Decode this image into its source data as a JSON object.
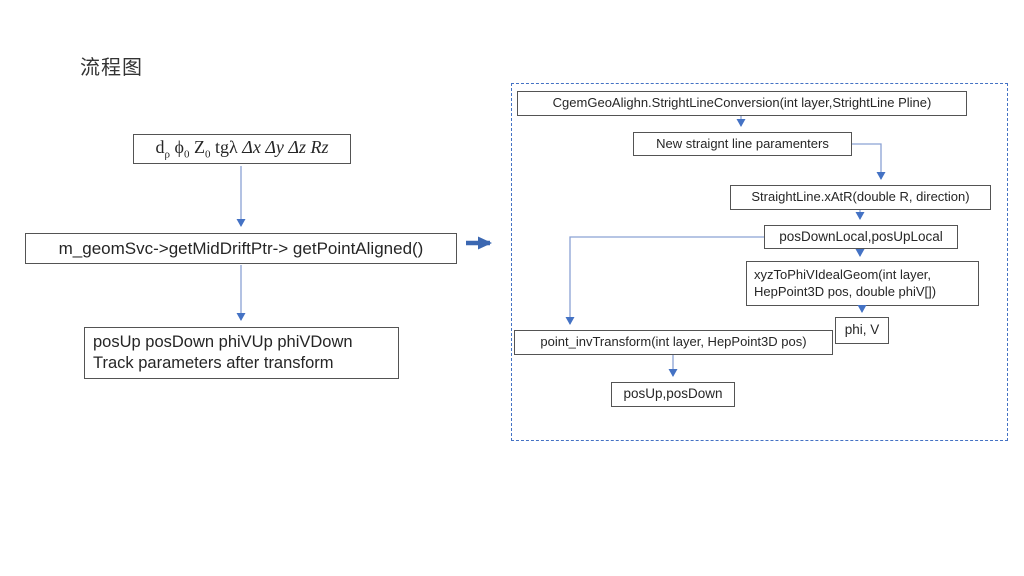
{
  "title": "流程图",
  "colors": {
    "accent": "#4472C4",
    "connector": "#8aa2d4",
    "arrowhead": "#4472C4",
    "big_arrow": "#3b67b1",
    "box_border": "#545454",
    "text": "#262626"
  },
  "left": {
    "param_box": {
      "segments": [
        {
          "text": "d",
          "sub": "ρ"
        },
        {
          "text": " ϕ",
          "sub": "0"
        },
        {
          "text": " Z",
          "sub": "0"
        },
        {
          "text": " tgλ  "
        },
        {
          "text": "Δx Δy Δz Rz",
          "italic": true
        }
      ]
    },
    "geom_box": "m_geomSvc->getMidDriftPtr-> getPointAligned()",
    "result_box": {
      "line1": "posUp posDown phiVUp phiVDown",
      "line2": "Track parameters after transform"
    }
  },
  "right": {
    "boxes": {
      "conversion": "CgemGeoAlighn.StrightLineConversion(int layer,StrightLine Pline)",
      "new_params": "New straignt line paramenters",
      "xatr": "StraightLine.xAtR(double R, direction)",
      "pos_local": "posDownLocal,posUpLocal",
      "xyz_to_phiv_line1": "xyzToPhiVIdealGeom(int layer,",
      "xyz_to_phiv_line2": "HepPoint3D pos, double phiV[])",
      "phi_v": "phi, V",
      "inv_transform": "point_invTransform(int layer, HepPoint3D pos)",
      "pos_updown": "posUp,posDown"
    }
  }
}
